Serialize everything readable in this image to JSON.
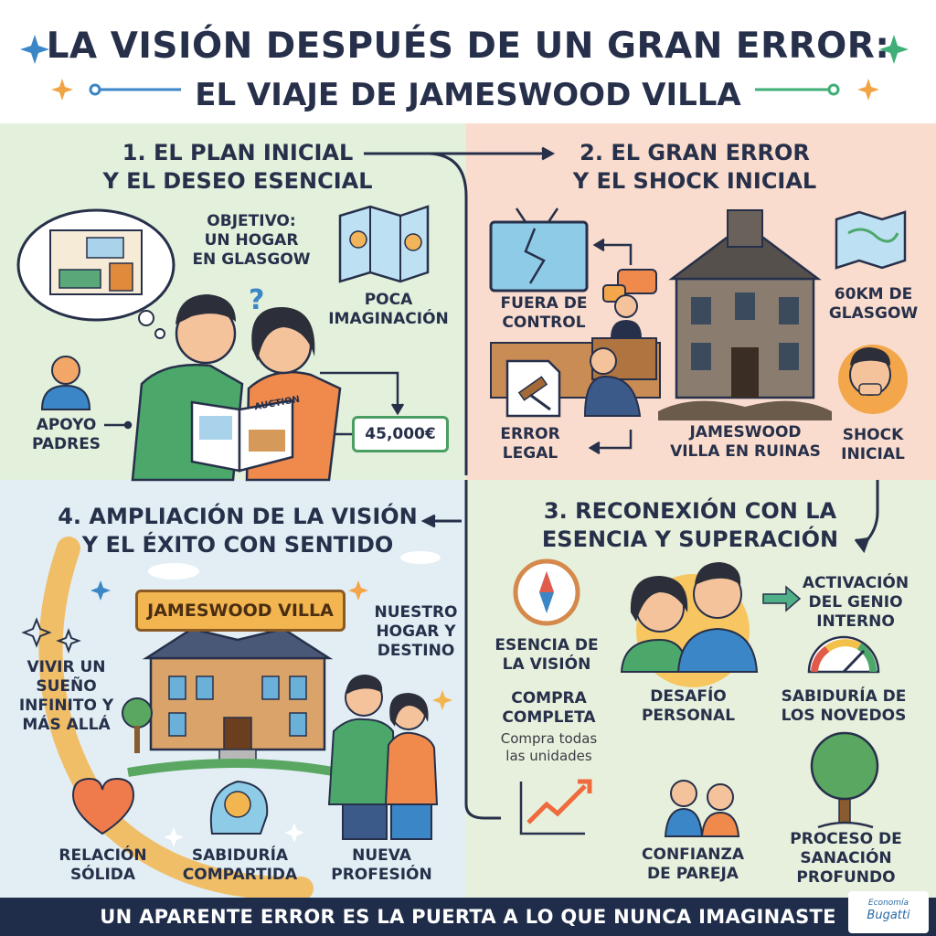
{
  "header": {
    "title_line1": "LA VISIÓN DESPUÉS DE UN GRAN ERROR:",
    "title_line2": "EL VIAJE DE JAMESWOOD VILLA"
  },
  "section1": {
    "title_line1": "1. EL PLAN INICIAL",
    "title_line2": "Y EL DESEO ESENCIAL",
    "objective_line1": "OBJETIVO:",
    "objective_line2": "UN HOGAR",
    "objective_line3": "EN GLASGOW",
    "poca_line1": "POCA",
    "poca_line2": "IMAGINACIÓN",
    "apoyo_line1": "APOYO",
    "apoyo_line2": "PADRES",
    "auction": "AUCTION",
    "price": "45,000€"
  },
  "section2": {
    "title_line1": "2. EL GRAN ERROR",
    "title_line2": "Y EL SHOCK INICIAL",
    "fuera_line1": "FUERA DE",
    "fuera_line2": "CONTROL",
    "error_line1": "ERROR",
    "error_line2": "LEGAL",
    "villa_line1": "JAMESWOOD",
    "villa_line2": "VILLA EN RUINAS",
    "dist_line1": "60KM DE",
    "dist_line2": "GLASGOW",
    "shock_line1": "SHOCK",
    "shock_line2": "INICIAL"
  },
  "section3": {
    "title_line1": "3. RECONEXIÓN CON LA",
    "title_line2": "ESENCIA Y SUPERACIÓN",
    "esencia_line1": "ESENCIA DE",
    "esencia_line2": "LA VISIÓN",
    "activacion_line1": "ACTIVACIÓN",
    "activacion_line2": "DEL GENIO",
    "activacion_line3": "INTERNO",
    "compra_line1": "COMPRA",
    "compra_line2": "COMPLETA",
    "compra_sub_line1": "Compra todas",
    "compra_sub_line2": "las unidades",
    "desafio_line1": "DESAFÍO",
    "desafio_line2": "PERSONAL",
    "sabiduria_line1": "SABIDURÍA DE",
    "sabiduria_line2": "LOS NOVEDOS",
    "confianza_line1": "CONFIANZA",
    "confianza_line2": "DE PAREJA",
    "proceso_line1": "PROCESO DE",
    "proceso_line2": "SANACIÓN",
    "proceso_line3": "PROFUNDO"
  },
  "section4": {
    "title_line1": "4. AMPLIACIÓN DE LA VISIÓN",
    "title_line2": "Y EL ÉXITO CON SENTIDO",
    "banner": "JAMESWOOD VILLA",
    "hogar_line1": "NUESTRO",
    "hogar_line2": "HOGAR Y",
    "hogar_line3": "DESTINO",
    "vivir_line1": "VIVIR UN",
    "vivir_line2": "SUEÑO",
    "vivir_line3": "INFINITO Y",
    "vivir_line4": "MÁS ALLÁ",
    "relacion_line1": "RELACIÓN",
    "relacion_line2": "SÓLIDA",
    "sabiduria_line1": "SABIDURÍA",
    "sabiduria_line2": "COMPARTIDA",
    "profesion": "NUEVA PROFESIÓN"
  },
  "footer": {
    "text": "UN APARENTE ERROR ES LA PUERTA A LO QUE NUNCA IMAGINASTE"
  },
  "logo": {
    "line1": "Economía",
    "line2": "Bugatti"
  },
  "colors": {
    "navy": "#27304a",
    "green_bg": "#e2f0dc",
    "peach_bg": "#f9dccd",
    "blue_bg": "#e2eef4",
    "accent_orange": "#f3a64a",
    "accent_green": "#4a9e63"
  }
}
